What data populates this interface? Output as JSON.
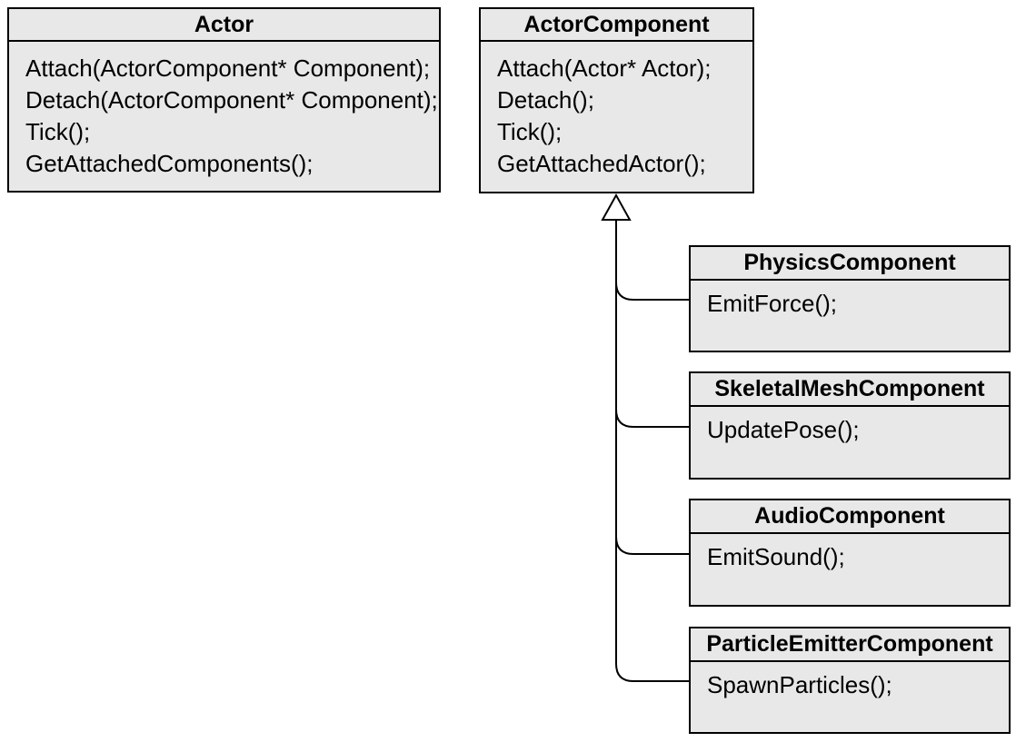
{
  "diagram_title": "Actor / ActorComponent UML class diagram",
  "colors": {
    "box_fill": "#e8e8e8",
    "border": "#000000",
    "text": "#000000",
    "background": "#ffffff"
  },
  "classes": {
    "actor": {
      "name": "Actor",
      "methods": [
        "Attach(ActorComponent* Component);",
        "Detach(ActorComponent* Component);",
        "Tick();",
        "GetAttachedComponents();"
      ]
    },
    "actor_component": {
      "name": "ActorComponent",
      "methods": [
        "Attach(Actor* Actor);",
        "Detach();",
        "Tick();",
        "GetAttachedActor();"
      ]
    },
    "physics": {
      "name": "PhysicsComponent",
      "methods": [
        "EmitForce();"
      ]
    },
    "skeletal_mesh": {
      "name": "SkeletalMeshComponent",
      "methods": [
        "UpdatePose();"
      ]
    },
    "audio": {
      "name": "AudioComponent",
      "methods": [
        "EmitSound();"
      ]
    },
    "particle_emitter": {
      "name": "ParticleEmitterComponent",
      "methods": [
        "SpawnParticles();"
      ]
    }
  },
  "relationships": [
    {
      "child": "PhysicsComponent",
      "parent": "ActorComponent",
      "type": "inheritance"
    },
    {
      "child": "SkeletalMeshComponent",
      "parent": "ActorComponent",
      "type": "inheritance"
    },
    {
      "child": "AudioComponent",
      "parent": "ActorComponent",
      "type": "inheritance"
    },
    {
      "child": "ParticleEmitterComponent",
      "parent": "ActorComponent",
      "type": "inheritance"
    }
  ],
  "notation": "UML hollow-triangle generalization arrow pointing at ActorComponent"
}
